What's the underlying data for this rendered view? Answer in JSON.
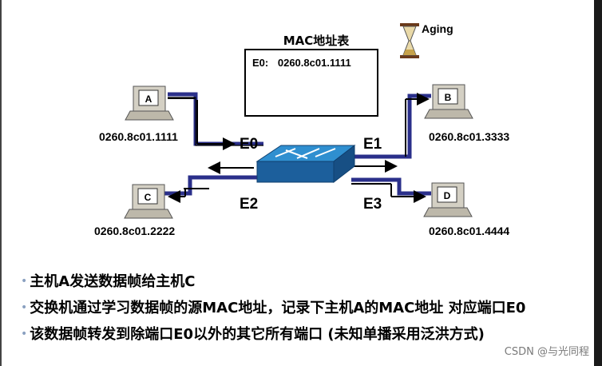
{
  "mac_table": {
    "title": "MAC地址表",
    "entry_port": "E0:",
    "entry_mac": "0260.8c01.1111"
  },
  "aging_label": "Aging",
  "hosts": {
    "a": {
      "letter": "A",
      "mac": "0260.8c01.1111"
    },
    "b": {
      "letter": "B",
      "mac": "0260.8c01.3333"
    },
    "c": {
      "letter": "C",
      "mac": "0260.8c01.2222"
    },
    "d": {
      "letter": "D",
      "mac": "0260.8c01.4444"
    }
  },
  "ports": {
    "e0": "E0",
    "e1": "E1",
    "e2": "E2",
    "e3": "E3"
  },
  "bullets": [
    "主机A发送数据帧给主机C",
    "交换机通过学习数据帧的源MAC地址，记录下主机A的MAC地址 对应端口E0",
    "该数据帧转发到除端口E0以外的其它所有端口 (未知单播采用泛洪方式)"
  ],
  "watermark": "CSDN @与光同程",
  "colors": {
    "link": "#2a2f8a",
    "switch_top": "#2f8fd0",
    "switch_side": "#1c5f9c",
    "bullet_dot": "#8aa0c0"
  }
}
